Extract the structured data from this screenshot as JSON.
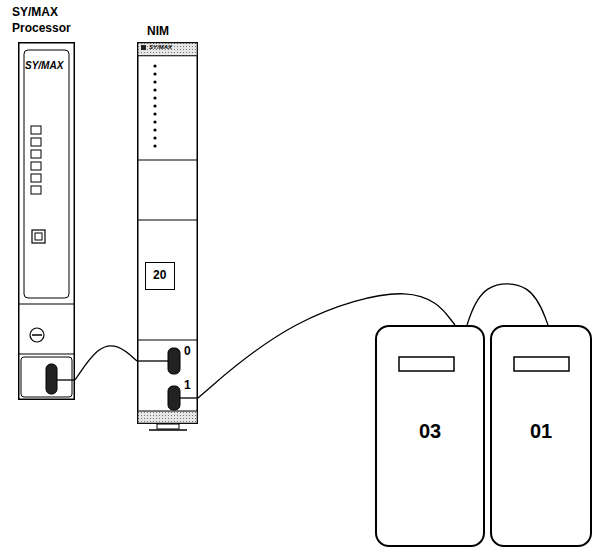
{
  "diagram": {
    "nodes": [
      {
        "text": [
          "SY/MAX Processor",
          "SY/MAX"
        ]
      },
      {
        "text": [
          "NIM",
          "SY/MAX",
          "0",
          "1"
        ]
      },
      {
        "text": [
          "20"
        ],
        "in": 1
      },
      {
        "text": [
          "03"
        ]
      },
      {
        "text": [
          "01"
        ]
      }
    ],
    "edges": [
      {
        "from": 0,
        "to": 1,
        "arrow": "none"
      },
      {
        "from": 1,
        "to": 3,
        "arrow": "none"
      },
      {
        "from": 3,
        "to": 4,
        "arrow": "none"
      }
    ]
  }
}
